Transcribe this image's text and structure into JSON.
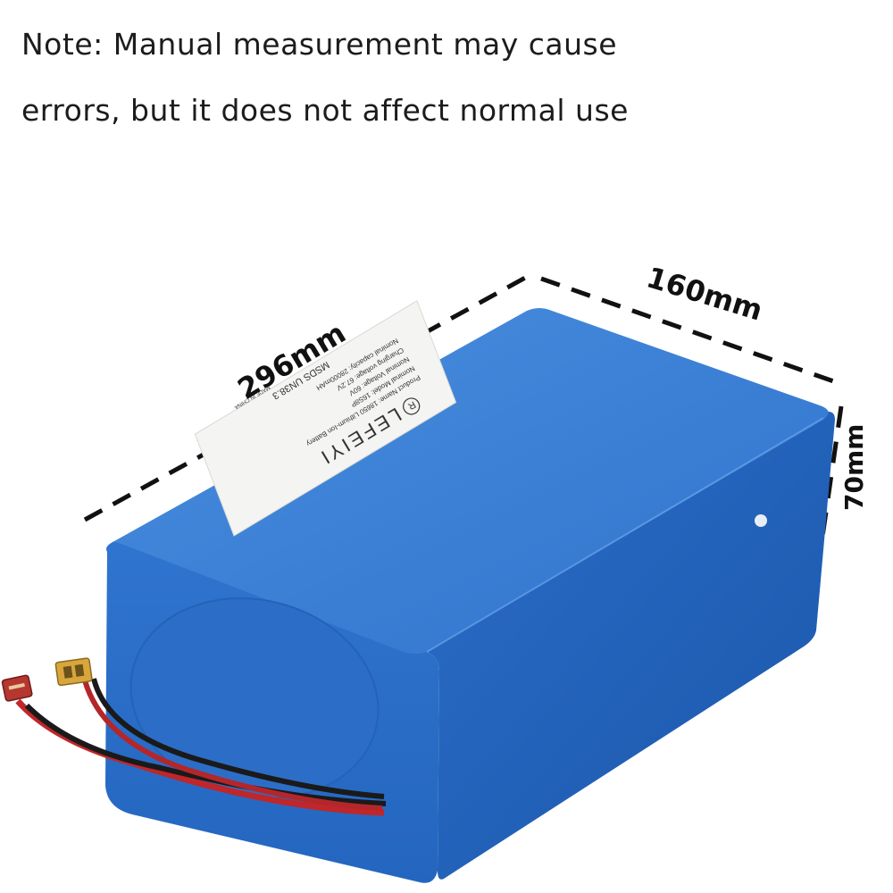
{
  "note": {
    "line1": "Note: Manual measurement may cause",
    "line2": "errors, but it does not affect normal use"
  },
  "dimensions": {
    "length": "296mm",
    "width": "160mm",
    "height": "70mm"
  },
  "product_label": {
    "brand": "LEFEIYI",
    "registered_mark": "R",
    "lines": [
      "Product Name: 18650 Lithium-Ion Battery",
      "Nominal Model: 16S8P",
      "Nominal Voltage: 60V",
      "Charging voltage: 67.2V",
      "Nominal capacity: 28000mAH"
    ],
    "certifications": "MSDS  UN38.3",
    "made_in": "MADE IN CHINA"
  },
  "colors": {
    "battery_top": "#3f83d6",
    "battery_front": "#2a6cc4",
    "battery_side": "#1f5db3",
    "dashed_line": "#111111",
    "label_bg": "#f4f4f2",
    "xt60_connector": "#d9a63c",
    "deans_connector": "#b5372f",
    "wire_red": "#c0262a",
    "wire_black": "#1a1a1a"
  }
}
